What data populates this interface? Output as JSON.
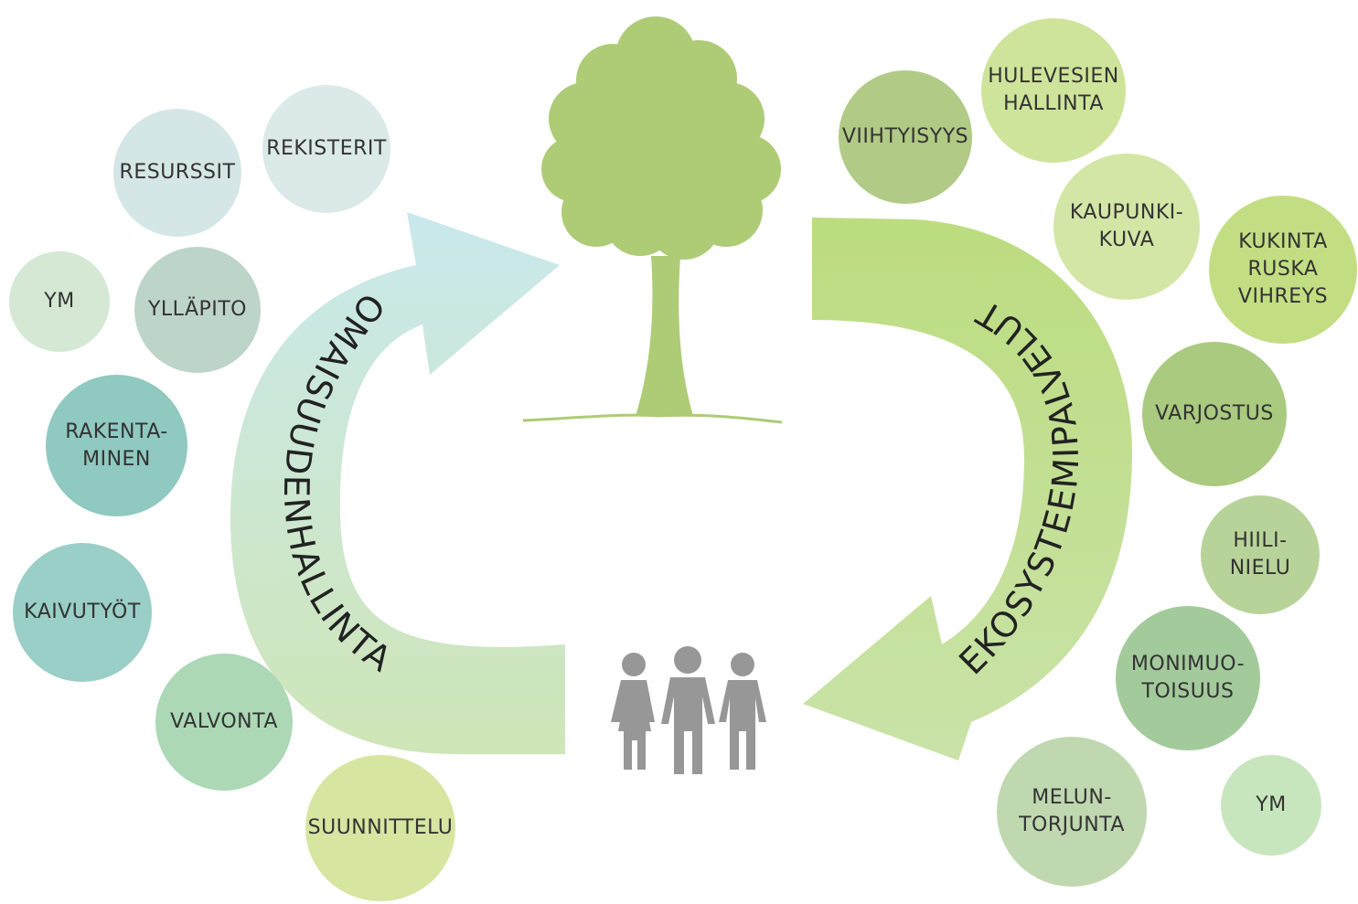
{
  "left_cycle": {
    "label": "OMAISUUDENHALLINTA",
    "color_light": "#c9e8ec",
    "color_dark": "#c3e1ad"
  },
  "right_cycle": {
    "label": "EKOSYSTEEMIPALVELUT",
    "color": "#c0dd85"
  },
  "center": {
    "tree_icon": "tree-icon",
    "tree_color": "#aecb76",
    "people_icon": "people-icon",
    "people_color": "#979797"
  },
  "left_bubbles": [
    {
      "label": "RESURSSIT",
      "color": "#d5e6e6"
    },
    {
      "label": "REKISTERIT",
      "color": "#dbe9e8"
    },
    {
      "label": "YM",
      "color": "#d4e8d4"
    },
    {
      "label": "YLLÄPITO",
      "color": "#bdd5c8"
    },
    {
      "label": "RAKENTA-\nMINEN",
      "color": "#8fc9c0"
    },
    {
      "label": "KAIVUTYÖT",
      "color": "#99cfc6"
    },
    {
      "label": "VALVONTA",
      "color": "#acd8b5"
    },
    {
      "label": "SUUNNITTELU",
      "color": "#d6e6a1"
    }
  ],
  "right_bubbles": [
    {
      "label": "VIIHTYISYYS",
      "color": "#b1ca85"
    },
    {
      "label": "HULEVESIEN\nHALLINTA",
      "color": "#cfe49b"
    },
    {
      "label": "KAUPUNKI-\nKUVA",
      "color": "#d4e6a6"
    },
    {
      "label": "KUKINTA\nRUSKA\nVIHREYS",
      "color": "#c3de82"
    },
    {
      "label": "VARJOSTUS",
      "color": "#a9ca7f"
    },
    {
      "label": "HIILI-\nNIELU",
      "color": "#b8d399"
    },
    {
      "label": "MONIMUO-\nTOISUUS",
      "color": "#a3ca9b"
    },
    {
      "label": "MELUN-\nTORJUNTA",
      "color": "#bfd8b0"
    },
    {
      "label": "YM",
      "color": "#c8e6be"
    }
  ]
}
